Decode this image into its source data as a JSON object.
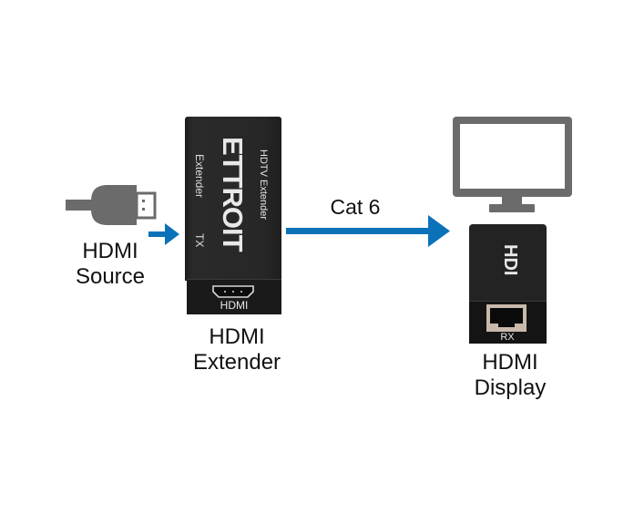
{
  "diagram": {
    "title": "HDMI Extender connection diagram",
    "nodes": [
      {
        "id": "source",
        "label_line1": "HDMI",
        "label_line2": "Source",
        "icon": "hdmi-plug-icon"
      },
      {
        "id": "extender",
        "label_line1": "HDMI",
        "label_line2": "Extender",
        "icon": "hdmi-extender-tx-device"
      },
      {
        "id": "display",
        "label_line1": "HDMI",
        "label_line2": "Display",
        "icon": "monitor-icon"
      }
    ],
    "edges": [
      {
        "from": "source",
        "to": "extender",
        "label": ""
      },
      {
        "from": "extender",
        "to": "display",
        "label": "Cat 6"
      }
    ]
  },
  "tx_device": {
    "brand": "ETTROIT",
    "product": "HDTV  Extender",
    "side_text": "Extender",
    "mode": "TX",
    "port_label": "HDMI"
  },
  "rx_device": {
    "top_text": "HDI",
    "port_label": "RX"
  },
  "colors": {
    "arrow": "#0b72b9",
    "icon_gray": "#6b6b6b",
    "device_black": "#222222",
    "rj45_tan": "#c9b9aa",
    "text": "#111111"
  }
}
